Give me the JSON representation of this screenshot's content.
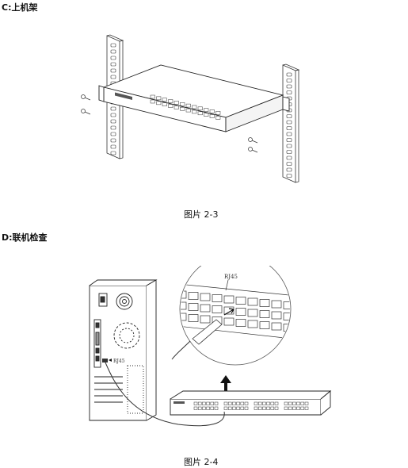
{
  "section_c": {
    "heading": "C:上机架"
  },
  "figure_1": {
    "caption": "图片 2-3"
  },
  "section_d": {
    "heading": "D:联机检查"
  },
  "figure_2": {
    "caption": "图片 2-4",
    "port_label": "RJ45",
    "pc_port_label": "RJ45"
  }
}
